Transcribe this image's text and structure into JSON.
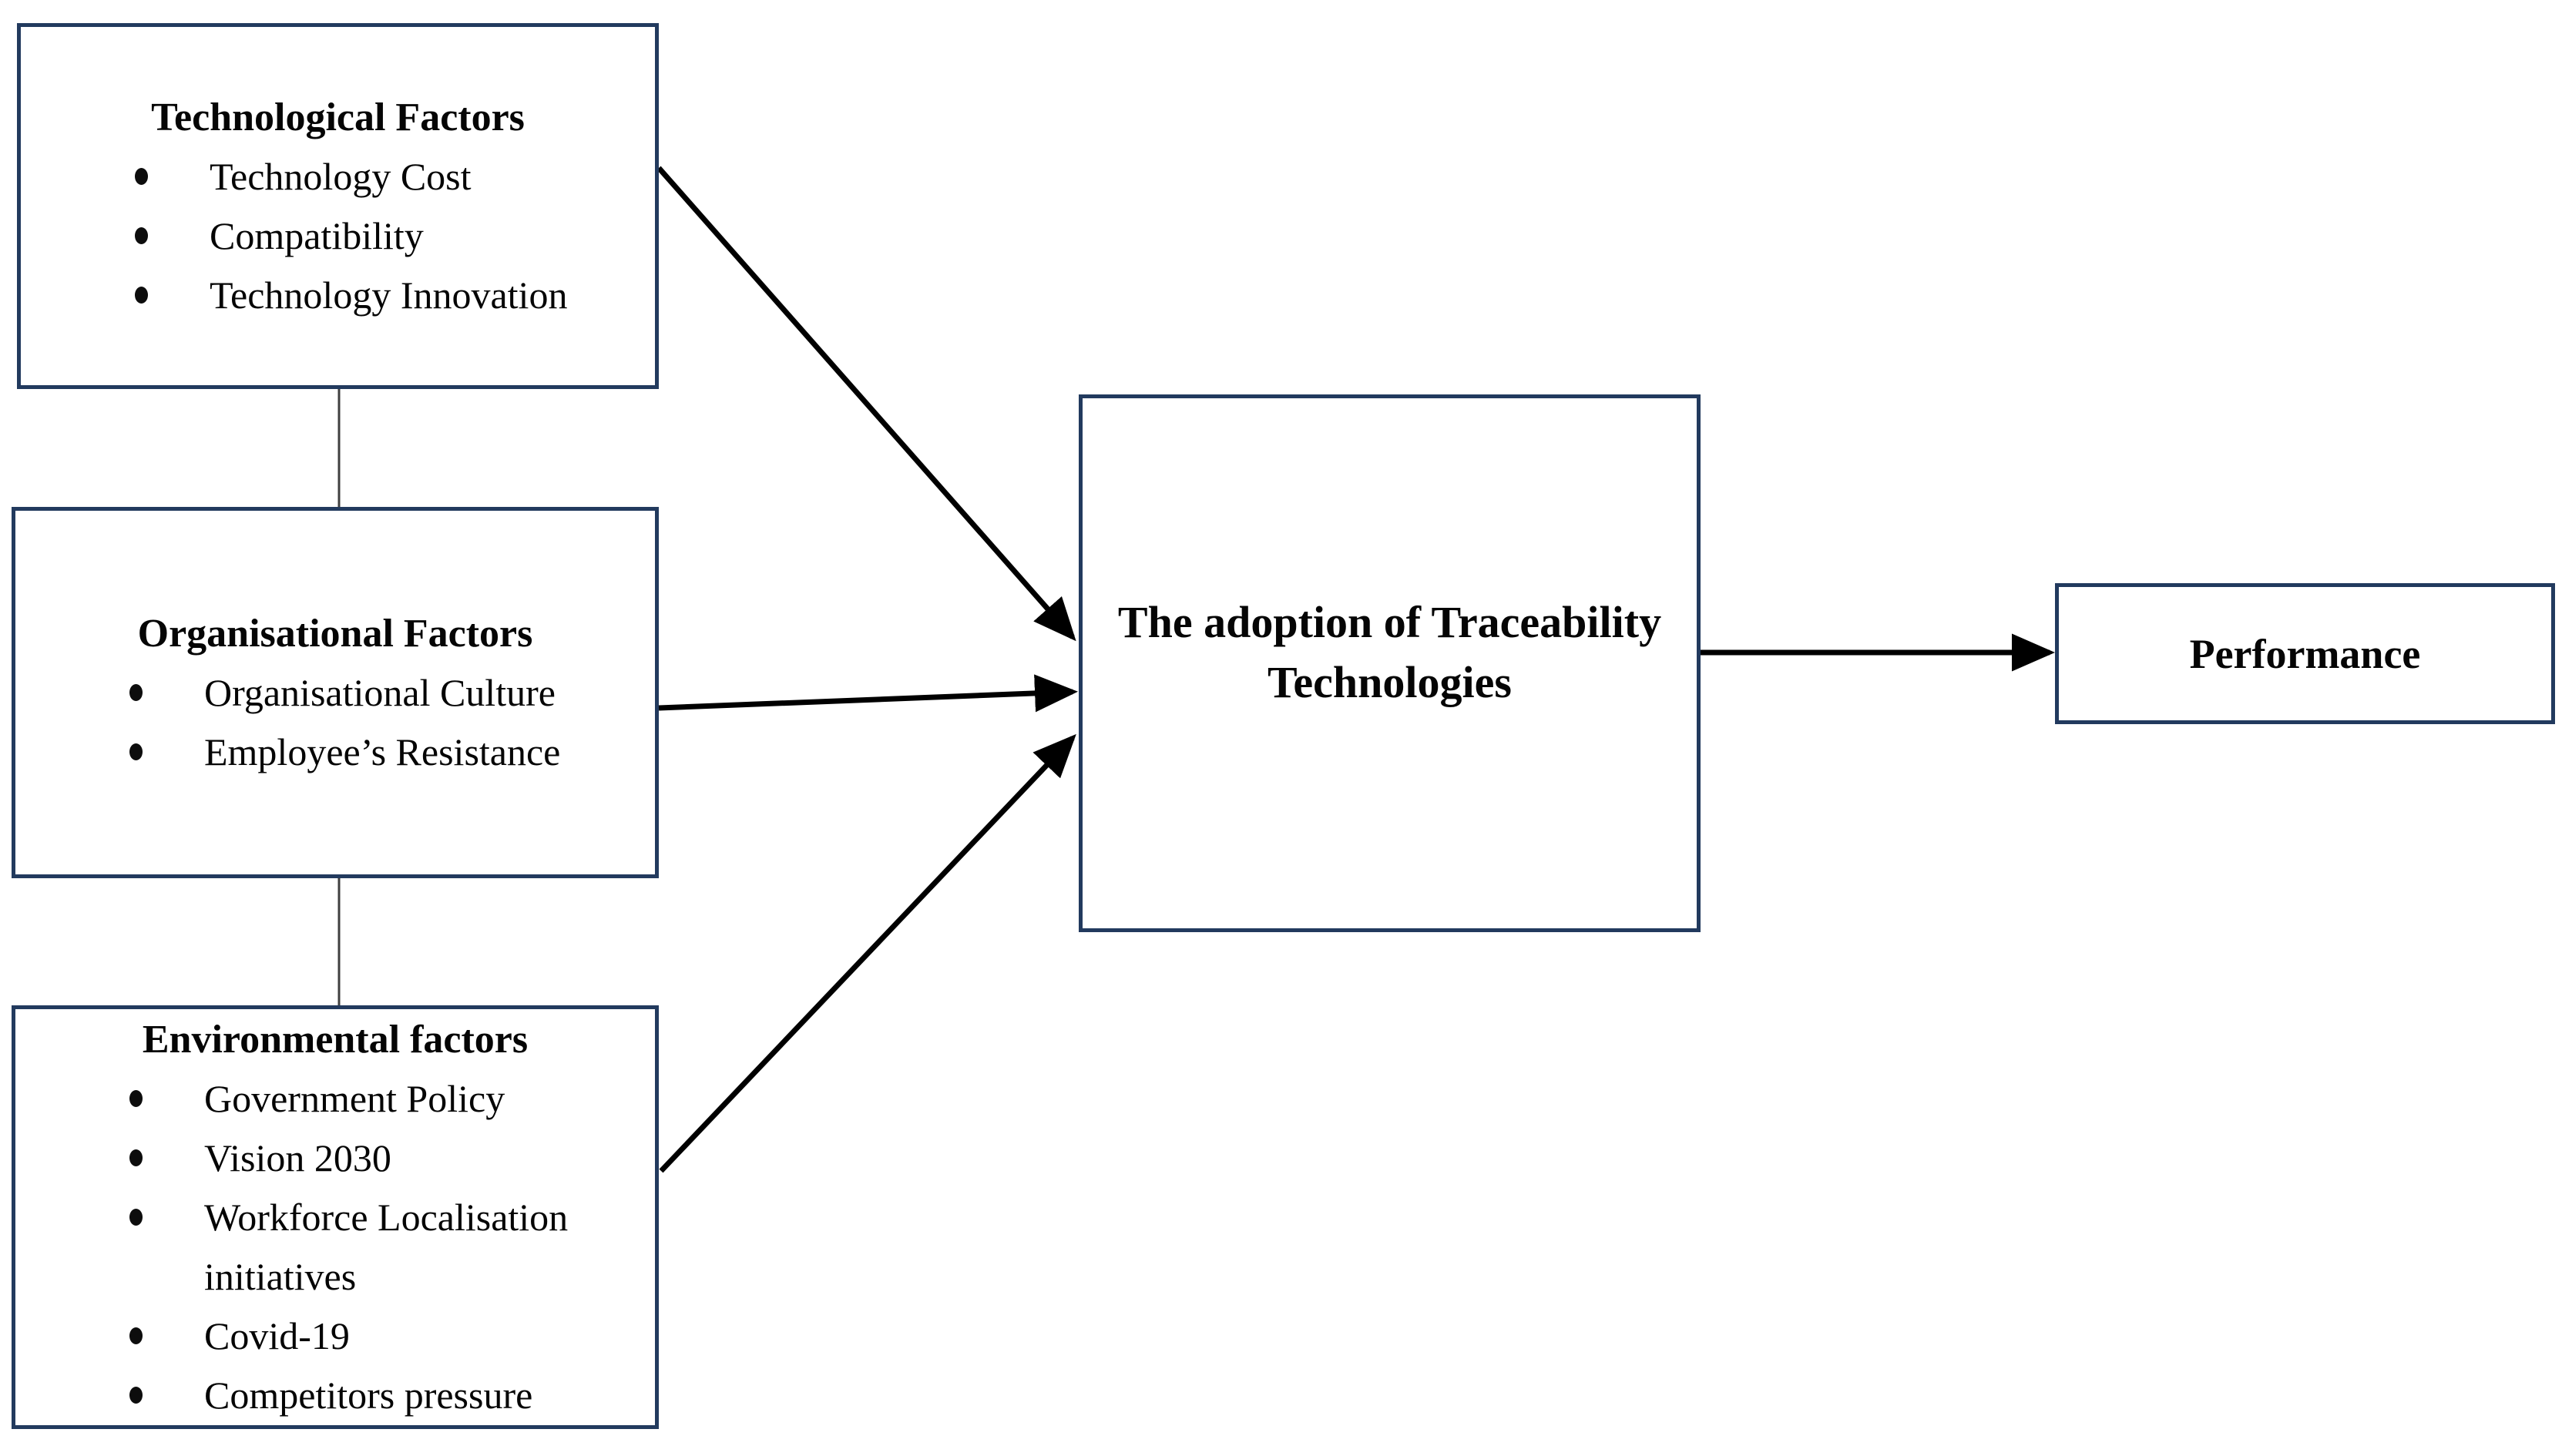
{
  "boxes": {
    "technological": {
      "title": "Technological Factors",
      "items": [
        "Technology Cost",
        "Compatibility",
        "Technology Innovation"
      ]
    },
    "organisational": {
      "title": "Organisational Factors",
      "items": [
        "Organisational Culture",
        "Employee’s Resistance"
      ]
    },
    "environmental": {
      "title": "Environmental factors",
      "items": [
        "Government Policy",
        "Vision 2030",
        "Workforce Localisation initiatives",
        "Covid-19",
        "Competitors pressure"
      ]
    },
    "adoption": {
      "title": "The adoption of Traceability Technologies",
      "title_lines": [
        "The adoption of Traceability",
        "Technologies"
      ]
    },
    "performance": {
      "title": "Performance"
    }
  },
  "colors": {
    "box_border": "#223a5e",
    "arrow": "#000000",
    "connector": "#3f3f3f",
    "text": "#050505",
    "background": "#ffffff"
  }
}
